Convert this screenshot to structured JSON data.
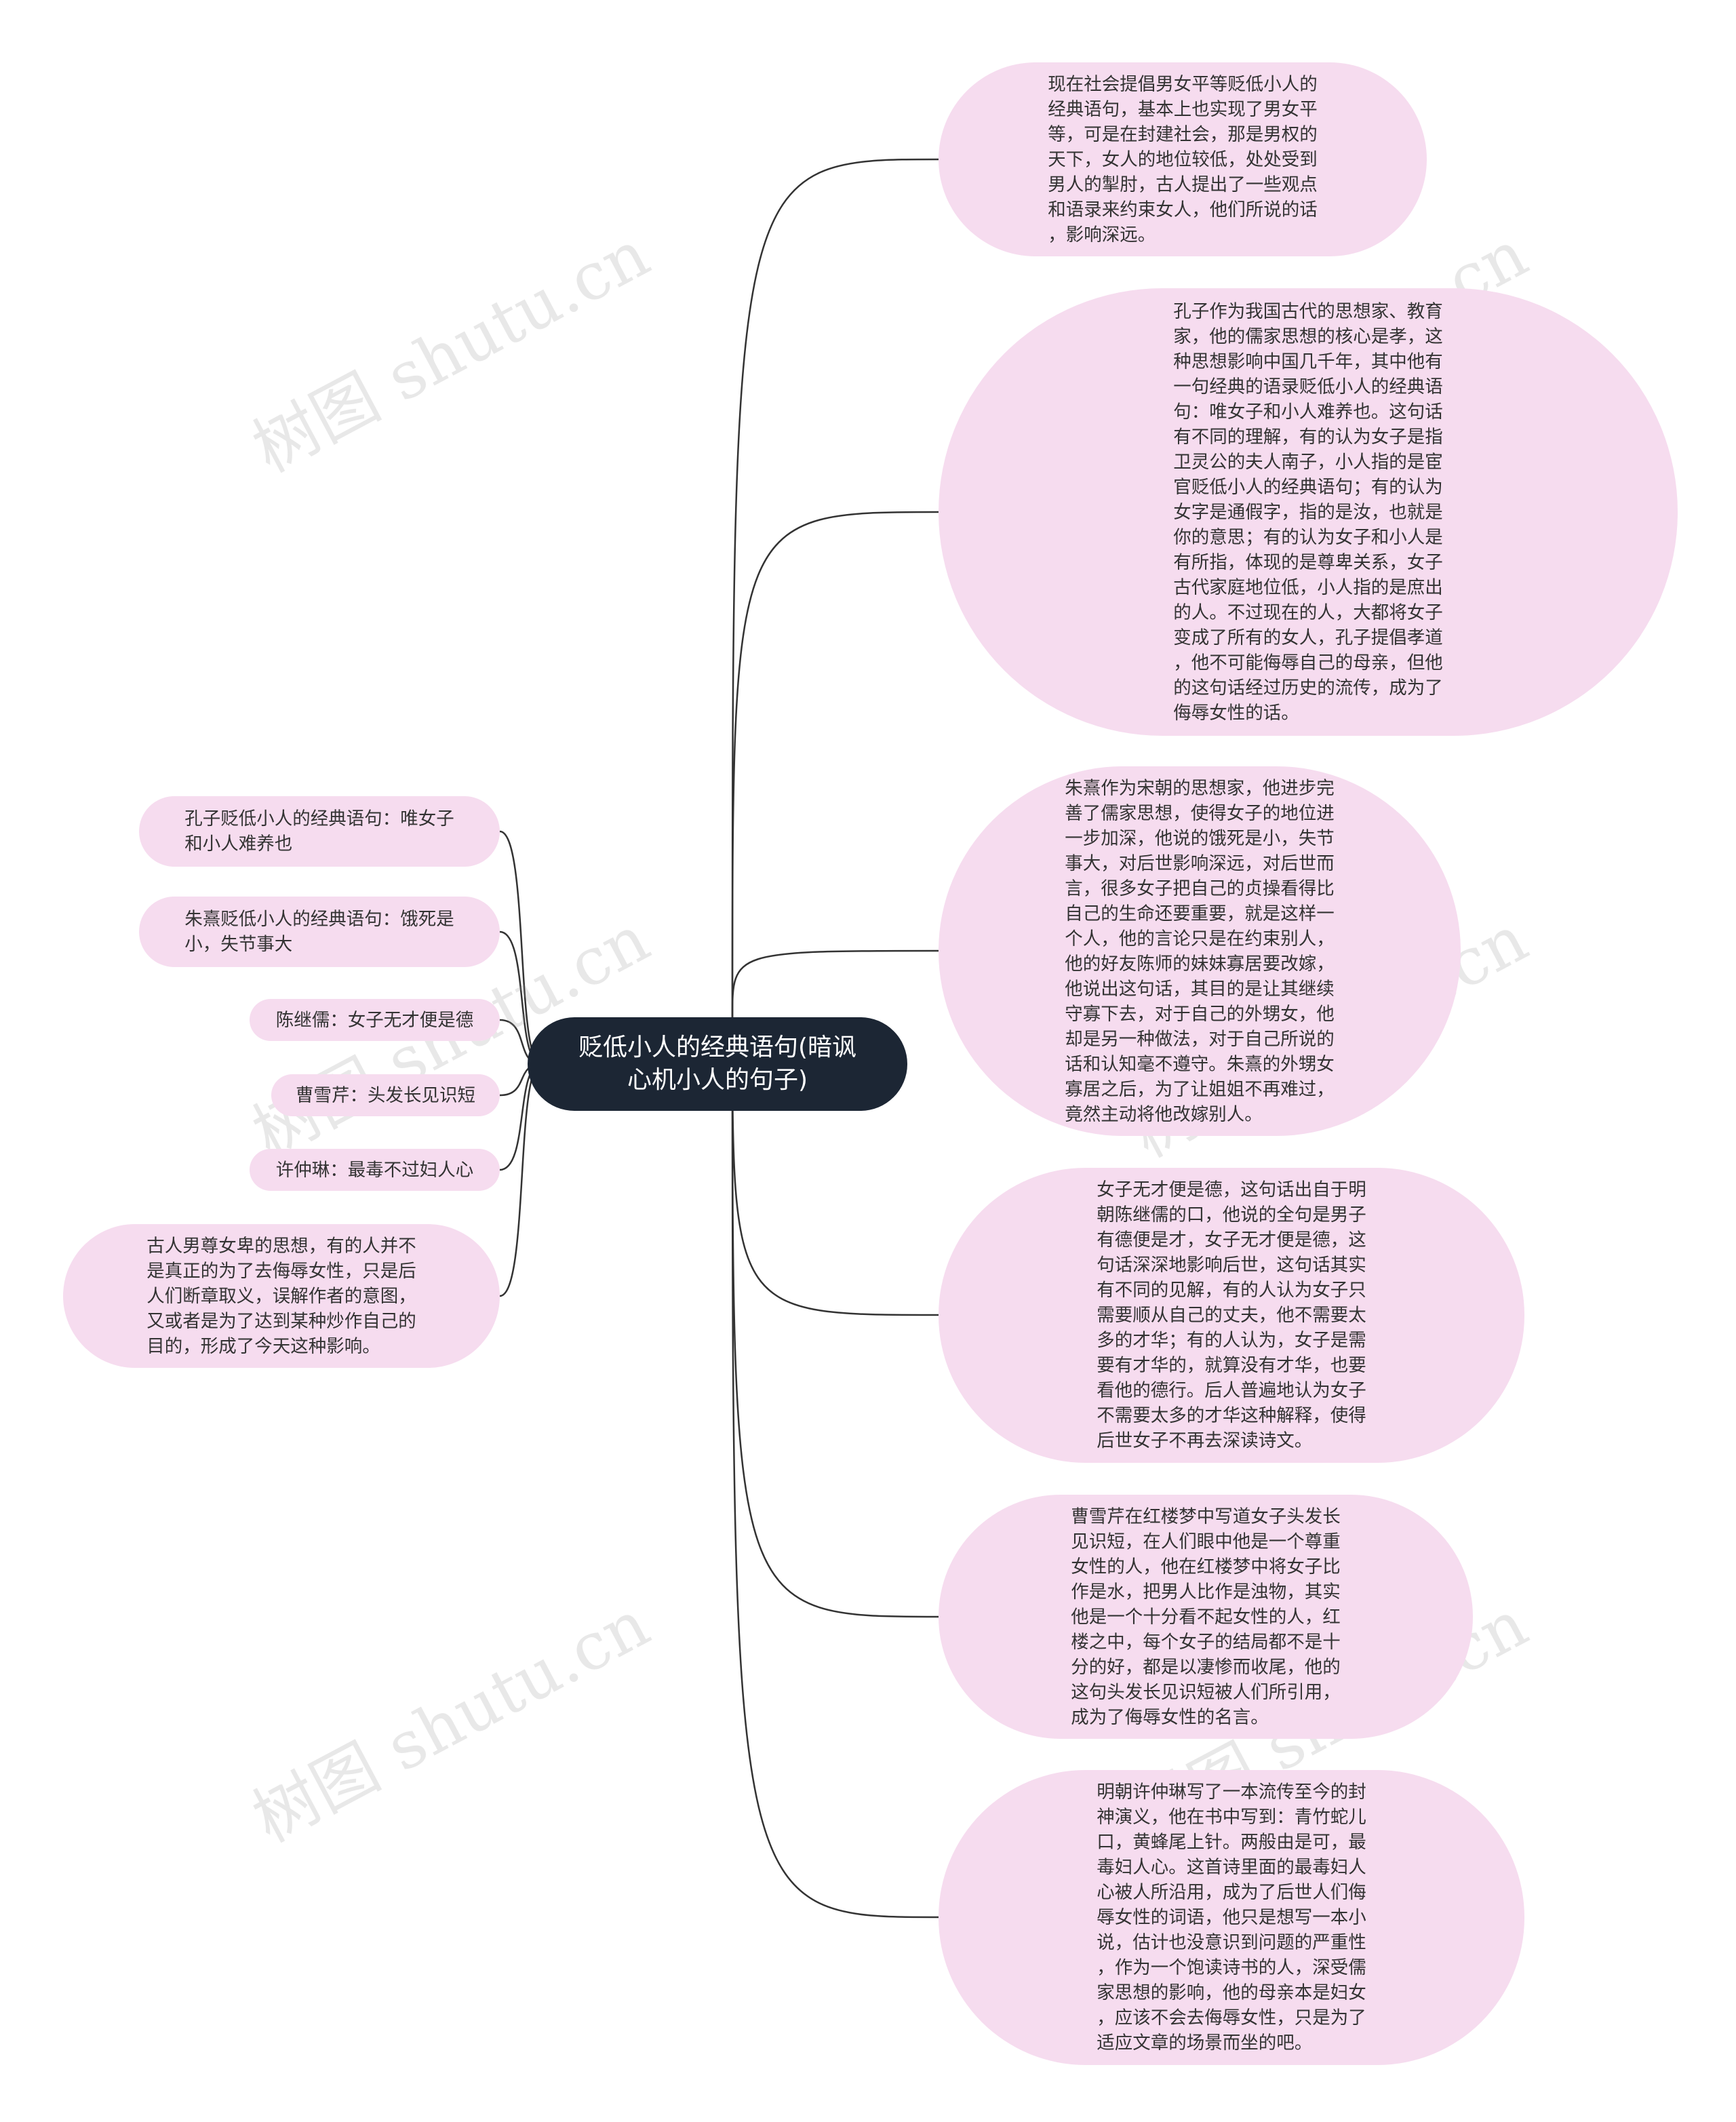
{
  "watermark": "树图 shutu.cn",
  "colors": {
    "root_bg": "#1c2634",
    "node_bg": "#f6dcef",
    "line": "#333333"
  },
  "root": {
    "label": "贬低小人的经典语句(暗讽\n心机小人的句子)"
  },
  "left_nodes": [
    {
      "text": "孔子贬低小人的经典语句：唯女子\n和小人难养也"
    },
    {
      "text": "朱熹贬低小人的经典语句：饿死是\n小，失节事大"
    },
    {
      "text": "陈继儒：女子无才便是德"
    },
    {
      "text": "曹雪芹：头发长见识短"
    },
    {
      "text": "许仲琳：最毒不过妇人心"
    },
    {
      "text": "古人男尊女卑的思想，有的人并不\n是真正的为了去侮辱女性，只是后\n人们断章取义，误解作者的意图，\n又或者是为了达到某种炒作自己的\n目的，形成了今天这种影响。"
    }
  ],
  "right_nodes": [
    {
      "text": "现在社会提倡男女平等贬低小人的\n经典语句，基本上也实现了男女平\n等，可是在封建社会，那是男权的\n天下，女人的地位较低，处处受到\n男人的掣肘，古人提出了一些观点\n和语录来约束女人，他们所说的话\n，影响深远。"
    },
    {
      "text": "孔子作为我国古代的思想家、教育\n家，他的儒家思想的核心是孝，这\n种思想影响中国几千年，其中他有\n一句经典的语录贬低小人的经典语\n句：唯女子和小人难养也。这句话\n有不同的理解，有的认为女子是指\n卫灵公的夫人南子，小人指的是宦\n官贬低小人的经典语句；有的认为\n女字是通假字，指的是汝，也就是\n你的意思；有的认为女子和小人是\n有所指，体现的是尊卑关系，女子\n古代家庭地位低，小人指的是庶出\n的人。不过现在的人，大都将女子\n变成了所有的女人，孔子提倡孝道\n，他不可能侮辱自己的母亲，但他\n的这句话经过历史的流传，成为了\n侮辱女性的话。"
    },
    {
      "text": "朱熹作为宋朝的思想家，他进步完\n善了儒家思想，使得女子的地位进\n一步加深，他说的饿死是小，失节\n事大，对后世影响深远，对后世而\n言，很多女子把自己的贞操看得比\n自己的生命还要重要，就是这样一\n个人，他的言论只是在约束别人，\n他的好友陈师的妹妹寡居要改嫁，\n他说出这句话，其目的是让其继续\n守寡下去，对于自己的外甥女，他\n却是另一种做法，对于自己所说的\n话和认知毫不遵守。朱熹的外甥女\n寡居之后，为了让姐姐不再难过，\n竟然主动将他改嫁别人。"
    },
    {
      "text": "女子无才便是德，这句话出自于明\n朝陈继儒的口，他说的全句是男子\n有德便是才，女子无才便是德，这\n句话深深地影响后世，这句话其实\n有不同的见解，有的人认为女子只\n需要顺从自己的丈夫，他不需要太\n多的才华；有的人认为，女子是需\n要有才华的，就算没有才华，也要\n看他的德行。后人普遍地认为女子\n不需要太多的才华这种解释，使得\n后世女子不再去深读诗文。"
    },
    {
      "text": "曹雪芹在红楼梦中写道女子头发长\n见识短，在人们眼中他是一个尊重\n女性的人，他在红楼梦中将女子比\n作是水，把男人比作是浊物，其实\n他是一个十分看不起女性的人，红\n楼之中，每个女子的结局都不是十\n分的好，都是以凄惨而收尾，他的\n这句头发长见识短被人们所引用，\n成为了侮辱女性的名言。"
    },
    {
      "text": "明朝许仲琳写了一本流传至今的封\n神演义，他在书中写到：青竹蛇儿\n口，黄蜂尾上针。两般由是可，最\n毒妇人心。这首诗里面的最毒妇人\n心被人所沿用，成为了后世人们侮\n辱女性的词语，他只是想写一本小\n说，估计也没意识到问题的严重性\n，作为一个饱读诗书的人，深受儒\n家思想的影响，他的母亲本是妇女\n，应该不会去侮辱女性，只是为了\n适应文章的场景而坐的吧。"
    }
  ]
}
